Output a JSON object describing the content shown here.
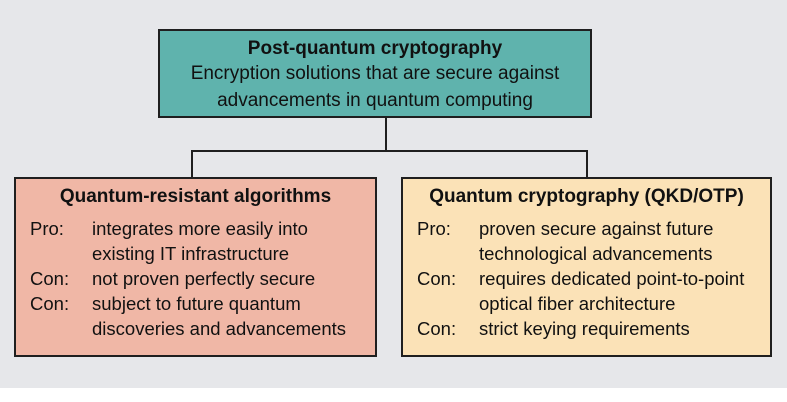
{
  "top": {
    "title": "Post-quantum cryptography",
    "desc_line1": "Encryption solutions that are secure against",
    "desc_line2": "advancements in quantum computing"
  },
  "left": {
    "title": "Quantum-resistant algorithms",
    "items": [
      {
        "tag": "Pro:",
        "text": "integrates more easily into existing IT infrastructure"
      },
      {
        "tag": "Con:",
        "text": "not proven perfectly secure"
      },
      {
        "tag": "Con:",
        "text": "subject to future quantum discoveries and advancements"
      }
    ]
  },
  "right": {
    "title": "Quantum cryptography (QKD/OTP)",
    "items": [
      {
        "tag": "Pro:",
        "text": "proven secure against future technological advancements"
      },
      {
        "tag": "Con:",
        "text": "requires dedicated point-to-point optical fiber architecture"
      },
      {
        "tag": "Con:",
        "text": "strict keying requirements"
      }
    ]
  },
  "colors": {
    "background": "#e6e7ea",
    "top_box": "#5fb3ad",
    "left_box": "#f0b7a6",
    "right_box": "#fbe2b7"
  }
}
